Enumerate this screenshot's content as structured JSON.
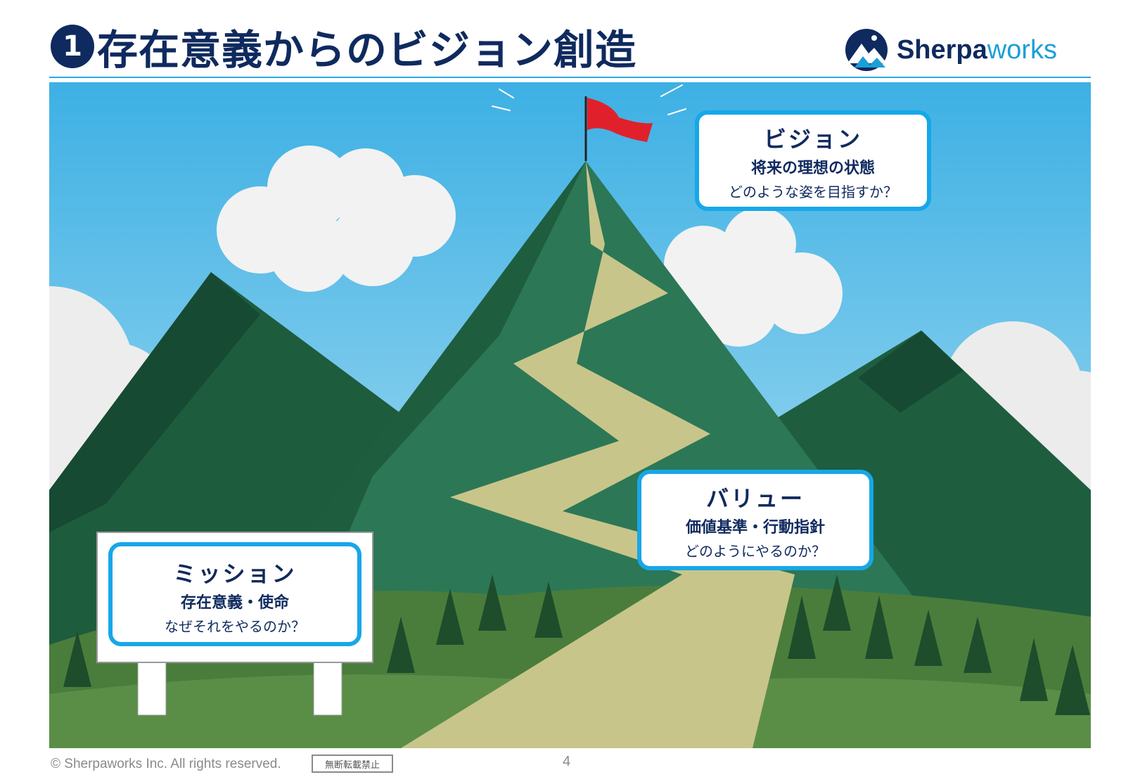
{
  "title": {
    "number": "1",
    "text": "存在意義からのビジョン創造"
  },
  "logo": {
    "bold": "Sherpa",
    "light": "works"
  },
  "cards": {
    "vision": {
      "heading": "ビジョン",
      "subheading": "将来の理想の状態",
      "question": "どのような姿を目指すか？"
    },
    "value": {
      "heading": "バリュー",
      "subheading": "価値基準・行動指針",
      "question": "どのようにやるのか？"
    },
    "mission": {
      "heading": "ミッション",
      "subheading": "存在意義・使命",
      "question": "なぜそれをやるのか？"
    }
  },
  "footer": {
    "copyright": "© Sherpaworks Inc. All rights reserved.",
    "badge": "無断転載禁止",
    "page": "4"
  },
  "colors": {
    "navy": "#0f2a5e",
    "accent": "#17a7e8",
    "sky": "#4ab6e3",
    "mountain": "#2a6e4c",
    "path": "#c8c58a",
    "flag": "#e0212b"
  }
}
